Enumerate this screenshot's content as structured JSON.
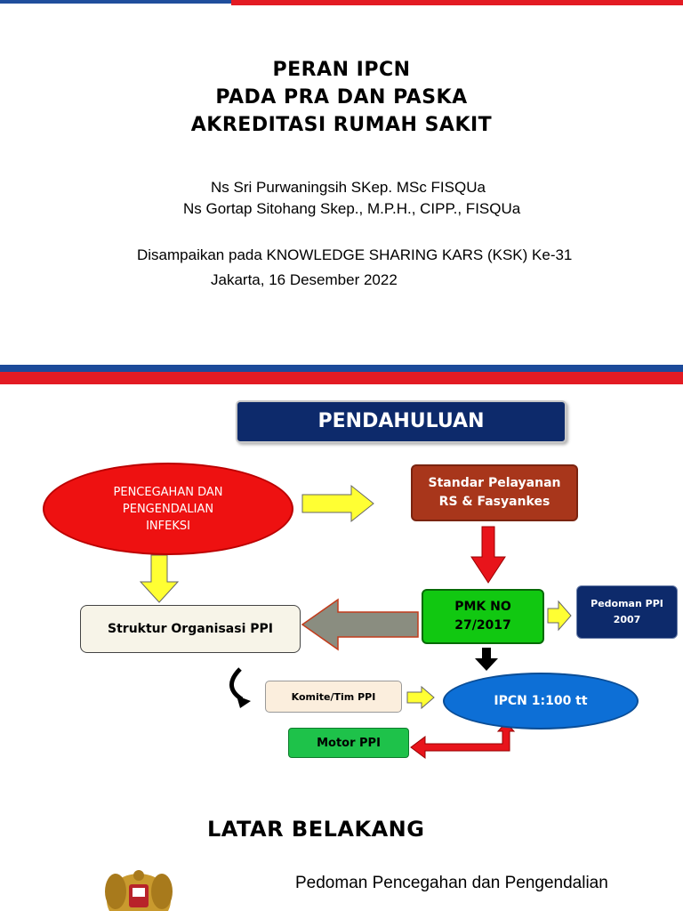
{
  "slide1": {
    "title_lines": [
      "PERAN  IPCN",
      "PADA PRA DAN PASKA",
      "AKREDITASI  RUMAH SAKIT"
    ],
    "authors": [
      "Ns Sri Purwaningsih SKep. MSc  FISQUa",
      "Ns Gortap Sitohang Skep., M.P.H.,  CIPP., FISQUa"
    ],
    "event": "Disampaikan pada KNOWLEDGE SHARING KARS (KSK) Ke-31",
    "location_date": "Jakarta, 16 Desember 2022"
  },
  "slide2": {
    "heading": "PENDAHULUAN",
    "nodes": {
      "ppi_line1": "PENCEGAHAN DAN",
      "ppi_line2": "PENGENDALIAN",
      "ppi_line3": "INFEKSI",
      "standar_line1": "Standar Pelayanan",
      "standar_line2": "RS & Fasyankes",
      "struktur": "Struktur Organisasi PPI",
      "pmk_line1": "PMK NO",
      "pmk_line2": "27/2017",
      "pedoman_line1": "Pedoman PPI",
      "pedoman_line2": "2007",
      "komite": "Komite/Tim PPI",
      "ipcn": "IPCN  1:100 tt",
      "motor": "Motor PPI"
    }
  },
  "slide3": {
    "heading": "LATAR BELAKANG",
    "text": "Pedoman Pencegahan dan Pengendalian"
  },
  "colors": {
    "accent_blue": "#0d2a6b",
    "accent_red": "#e31b23",
    "arrow_yellow": "#ffff33",
    "arrow_red": "#e8141b",
    "arrow_gray": "#8a8d80"
  }
}
